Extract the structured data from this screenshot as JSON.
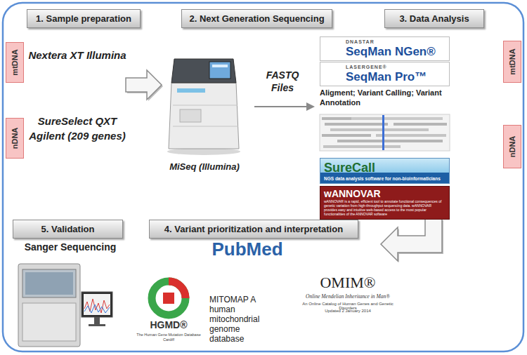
{
  "diagram": {
    "nodes": [
      {
        "text": [
          "1. Sample preparation"
        ]
      },
      {
        "text": [
          "2. Next Generation Sequencing"
        ]
      },
      {
        "text": [
          "3. Data Analysis"
        ]
      },
      {
        "text": [
          "mtDNA"
        ]
      },
      {
        "text": [
          "DNASTAR",
          "SeqMan NGen®"
        ]
      },
      {
        "text": [
          "LASERGENE®",
          "SeqMan Pro™"
        ]
      },
      {
        "text": [
          "mtDNA"
        ]
      },
      {
        "text": [
          "nDNA"
        ]
      },
      {
        "text": [
          "SureCall",
          "NGS data analysis software for non-bioinformaticians"
        ]
      },
      {
        "text": [
          "wANNOVAR",
          "wANNOVAR is a rapid, efficient tool to annotate functional consequences of genetic variation from high-throughput sequencing data. wANNOVAR provides easy and intuitive web-based access to the most popular functionalities of the ANNOVAR software"
        ]
      },
      {
        "text": [
          "nDNA"
        ]
      },
      {
        "text": [
          "5. Validation"
        ]
      },
      {
        "text": [
          "4. Variant prioritization and interpretation"
        ]
      }
    ],
    "labels": [
      "Nextera XT Illumina",
      "SureSelect QXT Agilent (209 genes)",
      "MiSeq (Illumina)",
      "FASTQ Files",
      "Aligment; Variant Calling; Variant Annotation",
      "Sanger Sequencing",
      "HGMD®",
      "The Human Gene Mutation Database Cardiff",
      "PubMed",
      "MITOMAP A human mitochondrial genome database",
      "OMIM®",
      "Online Mendelian Inheritance in Man®",
      "An Online Catalog of Human Genes and Genetic Disorders",
      "Updated 2 January 2014"
    ]
  }
}
